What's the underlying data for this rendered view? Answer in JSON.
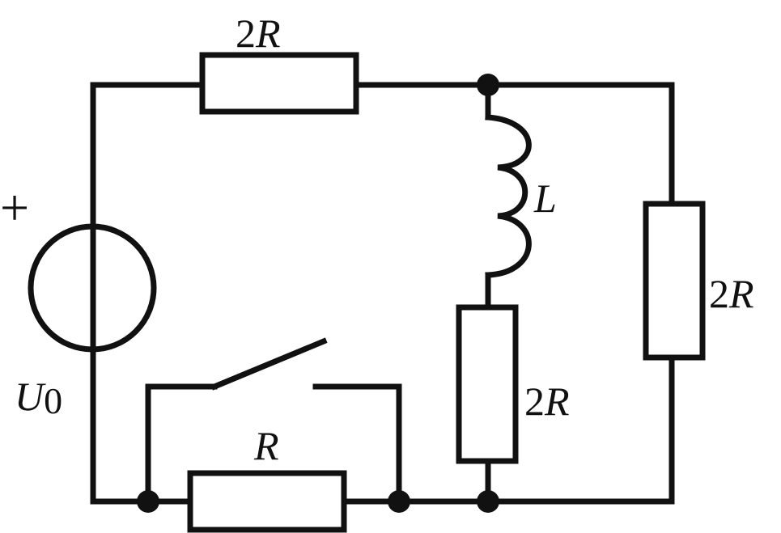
{
  "colors": {
    "ink": "#111111",
    "background": "#ffffff"
  },
  "labels": {
    "top_resistor": {
      "coef": "2",
      "sym": "R"
    },
    "right_resistor": {
      "coef": "2",
      "sym": "R"
    },
    "middle_resistor": {
      "coef": "2",
      "sym": "R"
    },
    "bottom_resistor": {
      "coef": "",
      "sym": "R"
    },
    "inductor": {
      "sym": "L"
    },
    "source_polarity": "+",
    "source": {
      "sym": "U",
      "sub": "0"
    }
  }
}
